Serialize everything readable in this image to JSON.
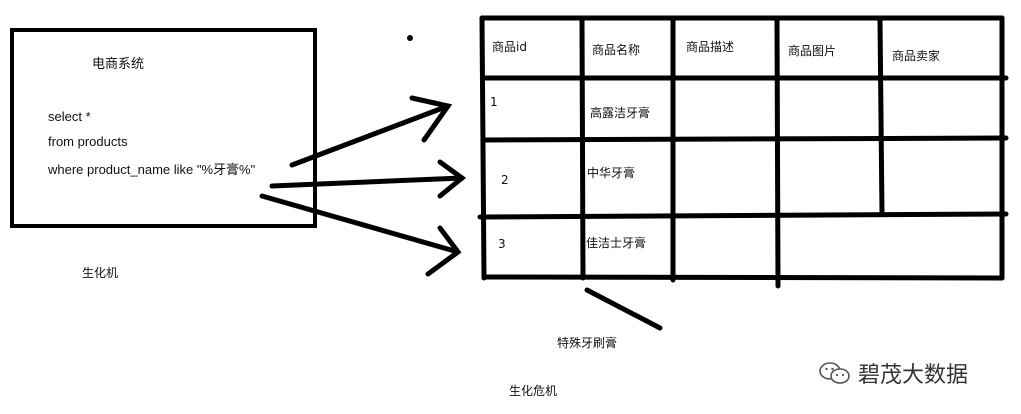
{
  "system_box": {
    "title": "电商系统",
    "sql_lines": [
      "select *",
      "from products",
      "where product_name like \"%牙膏%\""
    ]
  },
  "left_caption": "生化机",
  "table": {
    "headers": [
      "商品id",
      "商品名称",
      "商品描述",
      "商品图片",
      "商品卖家"
    ],
    "rows": [
      {
        "id": "1",
        "name": "高露洁牙膏"
      },
      {
        "id": "2",
        "name": "中华牙膏"
      },
      {
        "id": "3",
        "name": "佳洁士牙膏"
      }
    ]
  },
  "annotation": "特殊牙刷膏",
  "bottom_caption": "生化危机",
  "watermark": {
    "icon": "wechat-icon",
    "text": "碧茂大数据"
  }
}
